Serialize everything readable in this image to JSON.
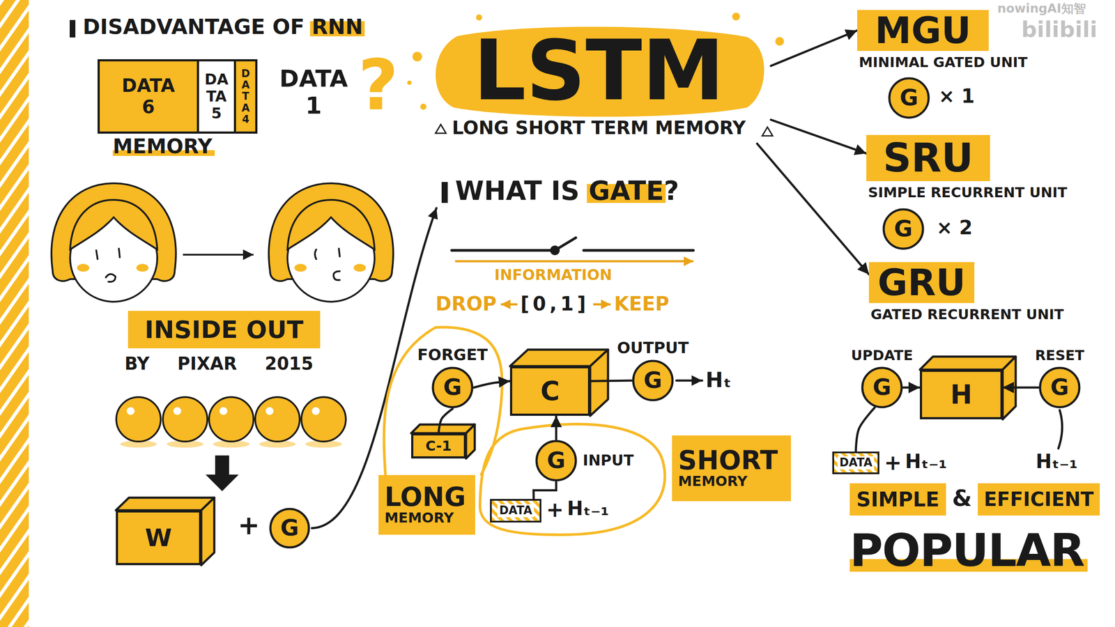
{
  "diagram": {
    "nodes": [
      {
        "text": [
          "MEMORY"
        ]
      },
      {
        "text": [
          "DATA 6"
        ],
        "in": 0
      },
      {
        "text": [
          "DATA 5"
        ],
        "in": 0
      },
      {
        "text": [
          "DATA 4"
        ],
        "in": 0
      },
      {
        "text": [
          "INSIDE OUT"
        ]
      },
      {
        "text": [
          "W"
        ]
      },
      {
        "text": [
          "G"
        ]
      },
      {
        "text": [
          "LSTM",
          "LONG SHORT TERM MEMORY"
        ]
      },
      {
        "text": [
          "FORGET",
          "G"
        ]
      },
      {
        "text": [
          "C"
        ]
      },
      {
        "text": [
          "OUTPUT",
          "G"
        ]
      },
      {
        "text": [
          "C-1"
        ]
      },
      {
        "text": [
          "G",
          "INPUT"
        ]
      },
      {
        "text": [
          "DATA"
        ]
      },
      {
        "text": [
          "LONG",
          "MEMORY"
        ]
      },
      {
        "text": [
          "SHORT",
          "MEMORY"
        ]
      },
      {
        "text": [
          "MGU",
          "MINIMAL GATED UNIT"
        ]
      },
      {
        "text": [
          "G"
        ]
      },
      {
        "text": [
          "SRU",
          "SIMPLE RECURRENT UNIT"
        ]
      },
      {
        "text": [
          "G"
        ]
      },
      {
        "text": [
          "GRU",
          "GATED RECURRENT UNIT"
        ]
      },
      {
        "text": [
          "UPDATE",
          "G"
        ]
      },
      {
        "text": [
          "H"
        ]
      },
      {
        "text": [
          "RESET",
          "G"
        ]
      },
      {
        "text": [
          "DATA"
        ]
      },
      {
        "text": [
          "SIMPLE"
        ]
      },
      {
        "text": [
          "EFFICIENT"
        ]
      }
    ],
    "edges": [
      {
        "from": 11,
        "to": 8,
        "arrow": "none"
      },
      {
        "from": 8,
        "to": 9,
        "arrow": "to"
      },
      {
        "from": 12,
        "to": 9,
        "arrow": "to"
      },
      {
        "from": 13,
        "to": 12,
        "arrow": "none"
      },
      {
        "from": 9,
        "to": 10,
        "arrow": "none"
      },
      {
        "from": 7,
        "to": 16,
        "arrow": "to"
      },
      {
        "from": 7,
        "to": 18,
        "arrow": "to"
      },
      {
        "from": 7,
        "to": 20,
        "arrow": "to"
      },
      {
        "from": 21,
        "to": 22,
        "arrow": "to"
      },
      {
        "from": 23,
        "to": 22,
        "arrow": "to"
      },
      {
        "from": 24,
        "to": 21,
        "arrow": "none"
      }
    ],
    "labels": [
      "DISADVANTAGE OF RNN",
      "DATA 1",
      "?",
      "BY PIXAR 2015",
      "+",
      "WHAT IS GATE?",
      "INFORMATION",
      "DROP",
      "[0,1]",
      "KEEP",
      "Hₜ",
      "+",
      "Hₜ₋₁",
      "× 1",
      "× 2",
      "+",
      "Hₜ₋₁",
      "Hₜ₋₁",
      "&",
      "POPULAR",
      "nowingAI知智",
      "bilibili"
    ]
  }
}
